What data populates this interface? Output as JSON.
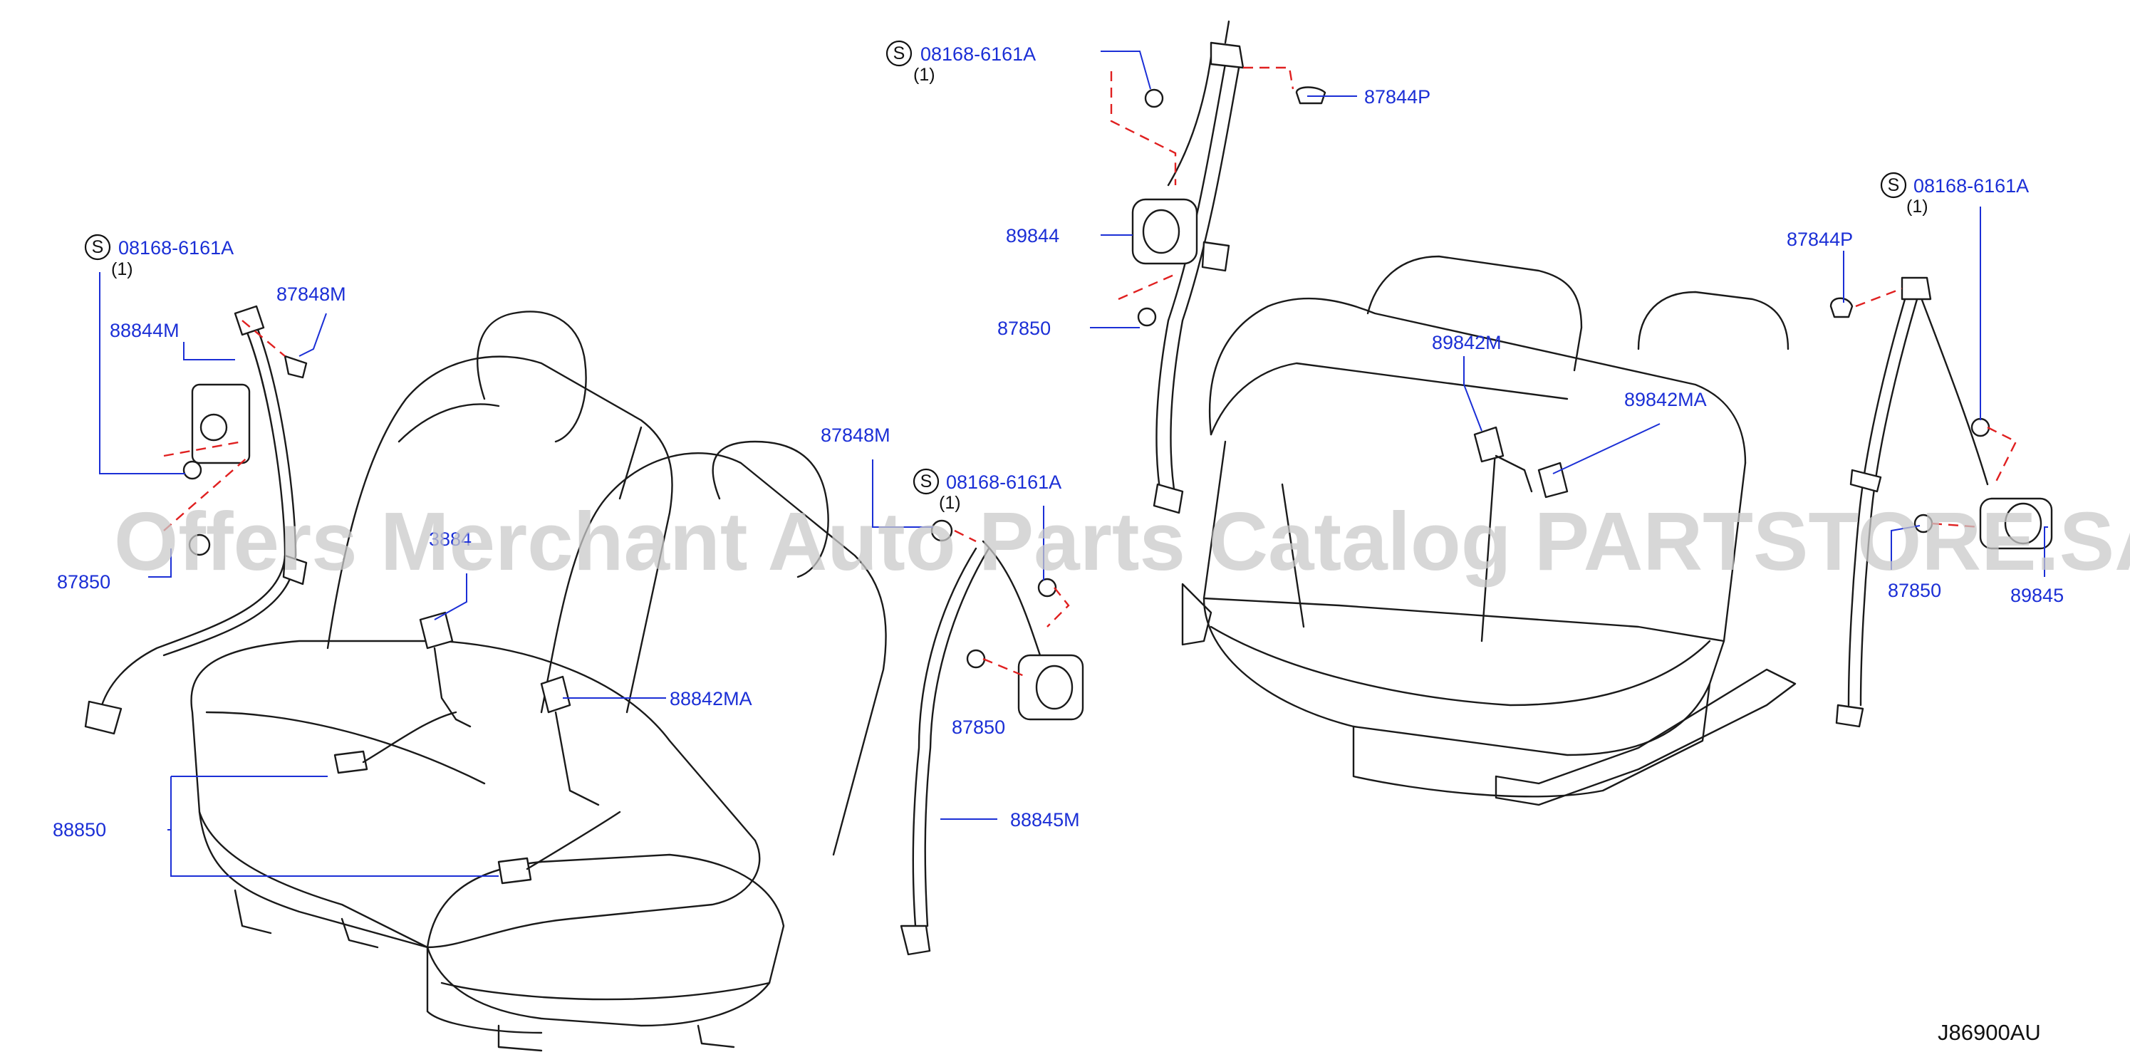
{
  "labels": {
    "std_part": "08168-6161A",
    "qty": "(1)",
    "s_mark": "S",
    "p_87848M": "87848M",
    "p_88844M": "88844M",
    "p_87850": "87850",
    "p_88842M_partial": "3884 ",
    "p_88842MA": "88842MA",
    "p_88850": "88850",
    "p_88845M": "88845M",
    "p_89844": "89844",
    "p_87844P": "87844P",
    "p_89842M": "89842M",
    "p_89842MA": "89842MA",
    "p_89845": "89845"
  },
  "watermark": "Offers Merchant Auto Parts Catalog PARTSTORE.SA",
  "diagram_code": "J86900AU"
}
